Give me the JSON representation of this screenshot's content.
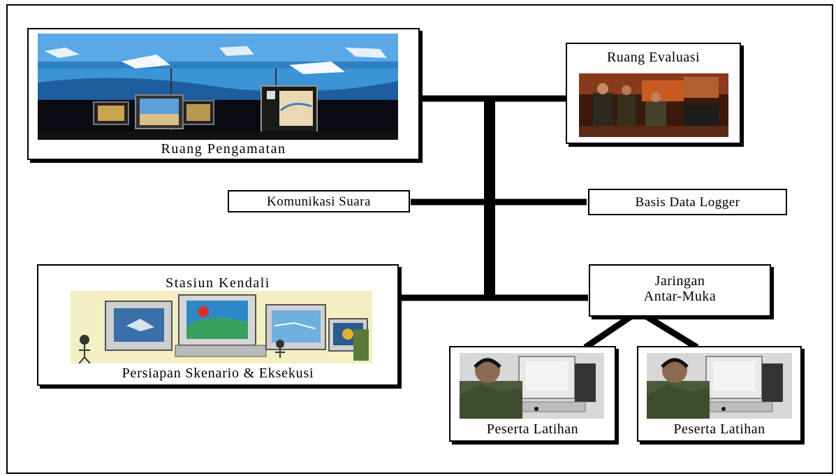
{
  "nodes": {
    "ruang_pengamatan": {
      "label": "Ruang Pengamatan"
    },
    "ruang_evaluasi": {
      "label": "Ruang Evaluasi"
    },
    "komunikasi_suara": {
      "label": "Komunikasi Suara"
    },
    "basis_data_logger": {
      "label": "Basis Data Logger"
    },
    "stasiun_kendali": {
      "title": "Stasiun Kendali",
      "caption": "Persiapan Skenario & Eksekusi"
    },
    "jaringan_antar_muka": {
      "line1": "Jaringan",
      "line2": "Antar-Muka"
    },
    "peserta_latihan_1": {
      "label": "Peserta Latihan"
    },
    "peserta_latihan_2": {
      "label": "Peserta Latihan"
    }
  },
  "connections": [
    [
      "ruang_pengamatan",
      "bus"
    ],
    [
      "ruang_evaluasi",
      "bus"
    ],
    [
      "komunikasi_suara",
      "bus"
    ],
    [
      "basis_data_logger",
      "bus"
    ],
    [
      "stasiun_kendali",
      "bus"
    ],
    [
      "jaringan_antar_muka",
      "bus"
    ],
    [
      "jaringan_antar_muka",
      "peserta_latihan_1"
    ],
    [
      "jaringan_antar_muka",
      "peserta_latihan_2"
    ]
  ],
  "icons": {
    "ruang_pengamatan": "control-room-photo",
    "ruang_evaluasi": "meeting-room-photo",
    "stasiun_kendali": "computer-workstation-clipart",
    "peserta_latihan": "soldier-at-computer-photo"
  }
}
